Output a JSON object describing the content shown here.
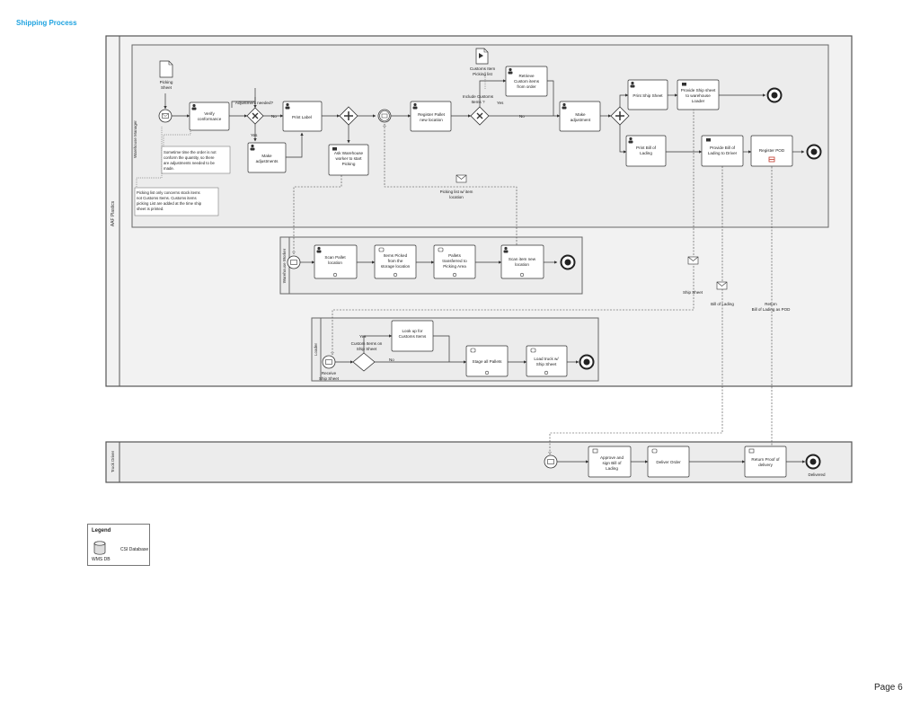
{
  "page": {
    "title": "Shipping Process",
    "page_number": "Page 6"
  },
  "pools": [
    {
      "id": "pool-aaf",
      "label": "AAF Plastics"
    },
    {
      "id": "pool-truck",
      "label": "Truck Driver"
    }
  ],
  "lanes": [
    {
      "id": "lane-wm",
      "label": "Warehouse Manager"
    },
    {
      "id": "lane-ww",
      "label": "Warehouse Worker"
    },
    {
      "id": "lane-loader",
      "label": "Loader"
    }
  ],
  "tasks": [
    {
      "id": "verify",
      "lines": [
        "Verify",
        "conformance"
      ]
    },
    {
      "id": "print-label",
      "lines": [
        "Print Label"
      ]
    },
    {
      "id": "make-adj1",
      "lines": [
        "Make",
        "adjustments"
      ]
    },
    {
      "id": "ask-ww",
      "lines": [
        "Ask Warehouse",
        "worker to start",
        "Picking"
      ]
    },
    {
      "id": "register-pallet",
      "lines": [
        "Register Pallet",
        "new location"
      ]
    },
    {
      "id": "retrieve-custom",
      "lines": [
        "Retrieve",
        "Custom items",
        "from order"
      ]
    },
    {
      "id": "make-adj2",
      "lines": [
        "Make",
        "adjustment"
      ]
    },
    {
      "id": "print-ship",
      "lines": [
        "Print Ship Sheet"
      ]
    },
    {
      "id": "provide-ship",
      "lines": [
        "Provide Ship sheet",
        "to warehouse",
        "Loader"
      ]
    },
    {
      "id": "print-bol",
      "lines": [
        "Print Bill of",
        "Lading"
      ]
    },
    {
      "id": "provide-bol",
      "lines": [
        "Provide Bill of",
        "Lading to Driver"
      ]
    },
    {
      "id": "register-pod",
      "lines": [
        "Register POD"
      ]
    },
    {
      "id": "scan-pallet",
      "lines": [
        "Scan Pallet",
        "location"
      ]
    },
    {
      "id": "items-picked",
      "lines": [
        "Items Picked",
        "from the",
        "storage location"
      ]
    },
    {
      "id": "pallets-transferred",
      "lines": [
        "Pallets",
        "transferred to",
        "Picking Area"
      ]
    },
    {
      "id": "scan-item",
      "lines": [
        "Scan item new",
        "location"
      ]
    },
    {
      "id": "look-up",
      "lines": [
        "Look up for",
        "Customs Items"
      ]
    },
    {
      "id": "stage-pallets",
      "lines": [
        "Stage all Pallets"
      ]
    },
    {
      "id": "load-truck",
      "lines": [
        "Load truck w/",
        "Ship Sheet"
      ]
    },
    {
      "id": "approve-bol",
      "lines": [
        "Approve and",
        "sign Bill of",
        "Lading"
      ]
    },
    {
      "id": "deliver-order",
      "lines": [
        "Deliver Order"
      ]
    },
    {
      "id": "return-pod",
      "lines": [
        "Return Proof of",
        "delivery"
      ]
    }
  ],
  "documents": [
    {
      "id": "picking-sheet",
      "lines": [
        "Picking",
        "Sheet"
      ]
    },
    {
      "id": "customs-list",
      "lines": [
        "Customs Item",
        "Picking list"
      ]
    }
  ],
  "gateways": [
    {
      "id": "gw-adjustment",
      "lines": [
        "Adjustment needed?"
      ]
    },
    {
      "id": "gw-customs",
      "lines": [
        "Include Customs",
        "Items ?"
      ]
    },
    {
      "id": "gw-loader",
      "lines": [
        "Custom Items on",
        "Ship Sheet"
      ]
    }
  ],
  "flow_labels": {
    "no": "No",
    "yes": "Yes",
    "picking_list_location": [
      "Picking list w/ item",
      "location"
    ],
    "ship_sheet": "Ship Sheet",
    "bill_of_lading": "Bill of Lading",
    "return_bol_pod": [
      "Return",
      "Bill of Lading as POD"
    ],
    "receive_ship_sheet": [
      "Receive",
      "Ship Sheet"
    ],
    "delivered": "Delivered"
  },
  "annotations": [
    {
      "id": "note-adjust",
      "lines": [
        "Sometime time the order is not",
        "conform the quantity, so there",
        "are adjustments needed to be",
        "made."
      ]
    },
    {
      "id": "note-picking",
      "lines": [
        "Picking list only concerns stock items",
        "not Customs Items. Customs items",
        "picking List are added at the time ship",
        "sheet is printed."
      ]
    }
  ],
  "legend": {
    "title": "Legend",
    "symbol_label": "WMS DB",
    "description": "CSI Database"
  }
}
